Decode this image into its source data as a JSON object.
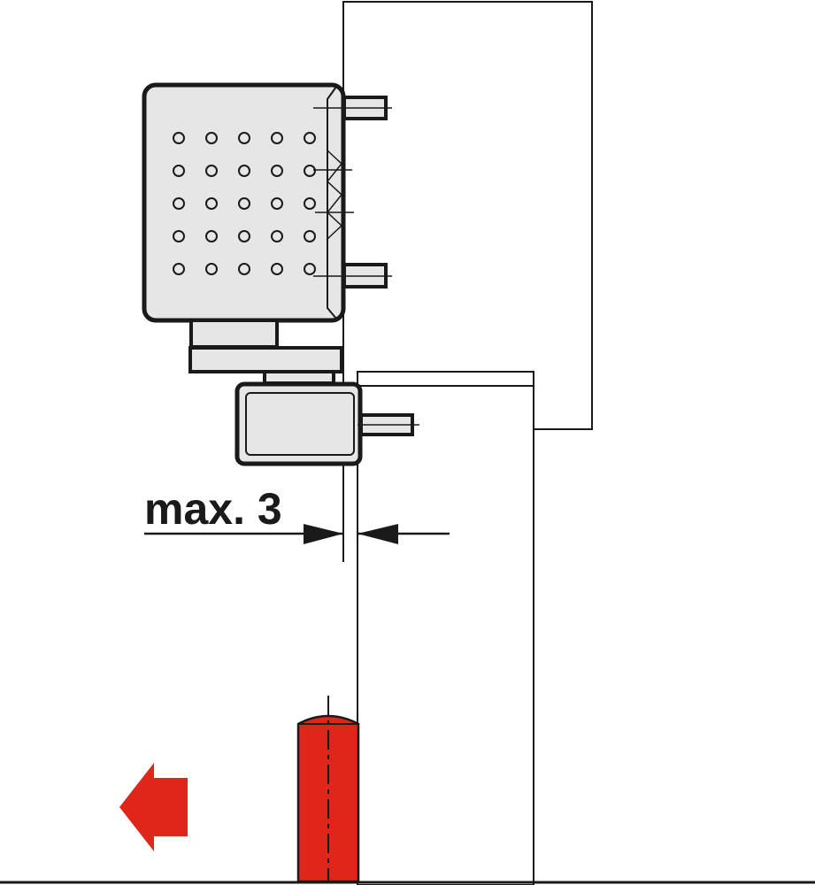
{
  "diagram": {
    "dimension_label": "max. 3",
    "hole_rows": 5,
    "hole_cols": 5,
    "colors": {
      "line": "#1a1a1a",
      "body_fill": "#e6e6e6",
      "accent_red": "#e0261b",
      "background": "#ffffff"
    },
    "icons": {
      "direction_arrow": "arrow-left-icon"
    }
  }
}
